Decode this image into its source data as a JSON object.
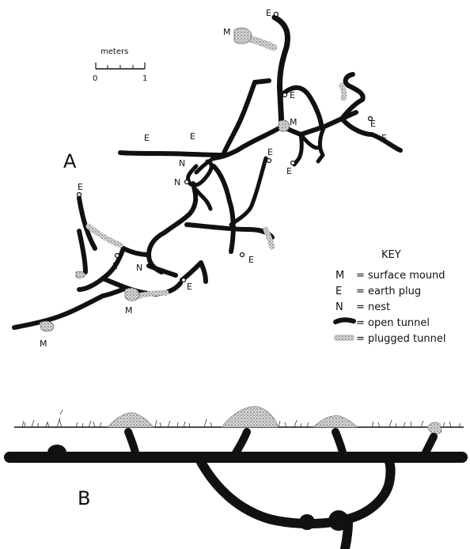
{
  "scale": {
    "title": "meters",
    "zero": "0",
    "one": "1"
  },
  "figure_labels": {
    "a": "A",
    "b": "B"
  },
  "key": {
    "title": "KEY",
    "items": [
      {
        "symbol": "M",
        "text": "= surface mound"
      },
      {
        "symbol": "E",
        "text": "= earth plug"
      },
      {
        "symbol": "N",
        "text": "= nest"
      },
      {
        "symbol": "",
        "text": "= open tunnel"
      },
      {
        "symbol": "",
        "text": "= plugged tunnel"
      }
    ]
  },
  "map_labels": {
    "e": "E",
    "m": "M",
    "n": "N"
  },
  "colors": {
    "tunnel": "#111111",
    "plug": "#9a9a9a",
    "ground": "#111111"
  }
}
